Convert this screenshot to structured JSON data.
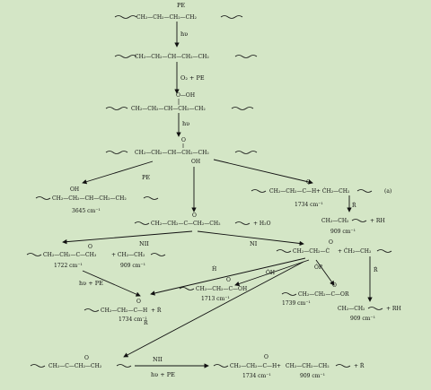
{
  "labels": {
    "pe_top": "PE",
    "hv1": "hυ",
    "o2pe": "O₂ + PE",
    "hv2": "hυ",
    "pe_left": "PE",
    "nii_left": "NII",
    "ni_right": "NI",
    "hv_pe1": "hυ + PE",
    "h_rad": "Ḣ",
    "oh_rad": "ȮH",
    "or_rad": "ȮR",
    "r_rad1": "Ṙ",
    "r_rad2": "Ṙ",
    "r_rad3": "Ṙ",
    "nii_bottom": "NII",
    "hv_pe2": "hυ + PE",
    "a_tag": "(a)"
  },
  "structures": {
    "s1": "CH₂—CH₂—CH₂—CH₂",
    "s2": "CH₂—CH₂—ĊH—CH₂—CH₂",
    "s3_top": "O—OH",
    "s3": "CH₂—CH₂—CH—CH₂—CH₂",
    "s4_top": "O",
    "s4": "CH₂—CH₂—CH—CH₂—CH₂",
    "s4_bot": "OH",
    "alcohol_top": "OH",
    "alcohol": "CH₂—CH₂—CH—CH₂—CH₂",
    "aldehyde_a": "CH₂—CH₂—C—H",
    "aldehyde_a_rad": "+ ĊH₂—CH₂",
    "rad_ch2": "CH₂—CH₂",
    "rad_ch2_rh": "+ RH",
    "ketone": "CH₂—CH₂—C—CH₂—CH₂",
    "ketone_h2o": "+ H₂O",
    "methylketone": "CH₂—CH₂—C—CH₃",
    "methylketone_plus": "+ CH₂—CH₂",
    "acylrad": "CH₂—CH₂—Ċ",
    "acylrad_plus": "+ ĊH₂—CH₂",
    "aldehyde_b": "CH₂—CH₂—C—H",
    "aldehyde_b_plus": "+ Ṙ",
    "acid": "CH₂—CH₂—C—OH",
    "ester": "CH₂—CH₂—C—OR",
    "rad_ch2_b": "CH₂—CH₂",
    "rad_ch2_b_rh": "+ RH",
    "ketone_bottom": "CH₂—C—CH₂—CH₂",
    "aldehyde_c": "CH₂—CH₂—C—H",
    "aldehyde_c_plus": "+",
    "vinyl": "CH₂—CH₂—CH₂",
    "vinyl_plus": "+ Ṙ"
  },
  "wavenumbers": {
    "w3645": "3645 cm⁻¹",
    "w1734a": "1734 cm⁻¹",
    "w909a": "909 cm⁻¹",
    "w1722": "1722 cm⁻¹",
    "w909b": "909 cm⁻¹",
    "w1734b": "1734 cm⁻¹",
    "w1713": "1713 cm⁻¹",
    "w1739": "1739 cm⁻¹",
    "w909c": "909 cm⁻¹",
    "w1734c": "1734 cm⁻¹",
    "w909d": "909 cm⁻¹"
  }
}
